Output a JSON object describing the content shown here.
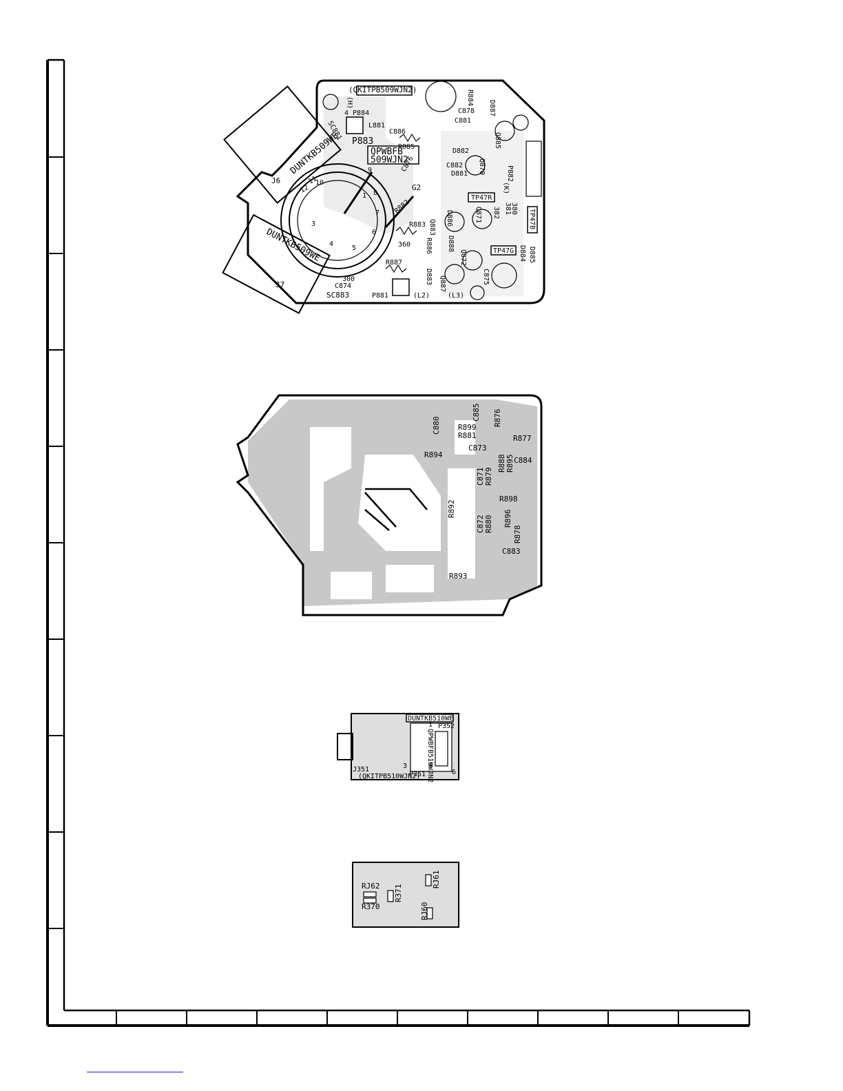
{
  "board1": {
    "top_label": "(QKITPB509WJN2)",
    "part_box": [
      "QPWBFB",
      "509WJN2"
    ],
    "unit_label_1": "DUNTKB509WE",
    "unit_label_2": "DUNTKB509WE",
    "connectors": {
      "j6": "J6",
      "j7": "J7",
      "sc881": "SC881",
      "sc883": "SC883",
      "p883": "P883",
      "p884": "4 P884",
      "p881": "P881",
      "p882": "P882",
      "l2": "(L2)",
      "l3": "(L3)",
      "h": "(H)",
      "k": "(K)"
    },
    "components": [
      "L881",
      "C886",
      "C876",
      "R885",
      "C878",
      "C881",
      "D882",
      "C882",
      "D881",
      "D887",
      "R884",
      "Q885",
      "Q870",
      "R882",
      "D886",
      "Q883",
      "Q871",
      "R883",
      "R886",
      "D888",
      "Q872",
      "R887",
      "D883",
      "Q887",
      "C875",
      "C874",
      "D884",
      "D885",
      "TP47R",
      "TP47G",
      "TP47B",
      "G2",
      "380",
      "381",
      "382",
      "360",
      "300"
    ],
    "tube_pins": [
      "1",
      "3",
      "4",
      "5",
      "6",
      "7",
      "8",
      "9",
      "10",
      "11",
      "12"
    ]
  },
  "board2": {
    "components": [
      "C885",
      "R876",
      "C880",
      "R899",
      "R881",
      "C873",
      "R894",
      "R877",
      "R888",
      "R895",
      "C884",
      "C871",
      "R879",
      "R898",
      "R892",
      "C872",
      "R880",
      "R896",
      "R878",
      "C883",
      "R893"
    ]
  },
  "board3": {
    "unit_label": "DUNTKB510WE",
    "bottom_label": "(QKITPB510WJN2)",
    "vertical_part": "QPWBFB510WJN2",
    "connectors": {
      "j351": "J351",
      "p351": "P351",
      "p352": "P352"
    },
    "pin_labels": [
      "1",
      "3",
      "4",
      "6"
    ]
  },
  "board4": {
    "components": [
      "RJ62",
      "R371",
      "R370",
      "RJ61",
      "RJ60"
    ]
  }
}
